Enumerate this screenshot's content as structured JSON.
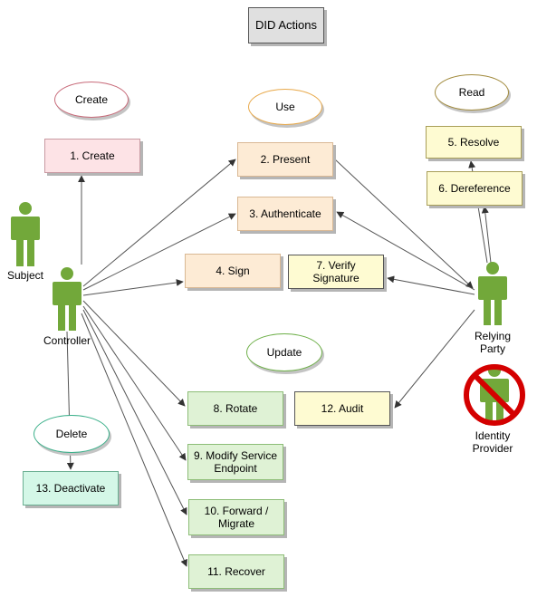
{
  "title": "DID Actions",
  "groups": {
    "create": "Create",
    "use": "Use",
    "read": "Read",
    "update": "Update",
    "delete": "Delete"
  },
  "actions": {
    "create": "1. Create",
    "present": "2. Present",
    "authenticate": "3. Authenticate",
    "sign": "4. Sign",
    "resolve": "5. Resolve",
    "dereference": "6. Dereference",
    "verify_signature": "7. Verify Signature",
    "rotate": "8. Rotate",
    "modify_service_endpoint": "9. Modify Service Endpoint",
    "forward_migrate": "10. Forward / Migrate",
    "recover": "11. Recover",
    "audit": "12. Audit",
    "deactivate": "13. Deactivate"
  },
  "actors": {
    "subject": "Subject",
    "controller": "Controller",
    "relying_party": "Relying Party",
    "identity_provider": "Identity Provider"
  },
  "colors": {
    "create_fill": "#fde3e6",
    "use_fill": "#fdebd5",
    "read_fill": "#fefbd2",
    "update_fill": "#dff2d5",
    "delete_fill": "#d4f7e7",
    "actor_green": "#72a83a",
    "prohibited_red": "#d40000"
  }
}
